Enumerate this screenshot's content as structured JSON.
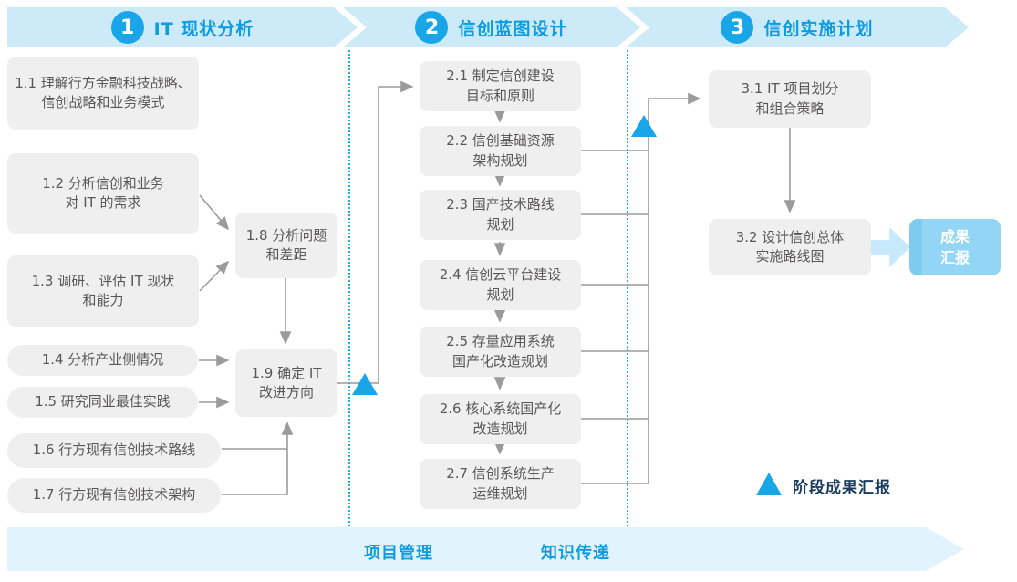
{
  "phases": [
    {
      "number": "1",
      "title": "IT 现状分析"
    },
    {
      "number": "2",
      "title": "信创蓝图设计"
    },
    {
      "number": "3",
      "title": "信创实施计划"
    }
  ],
  "boxes": {
    "b11": {
      "lines": [
        "1.1 理解行方金融科技战略、",
        "信创战略和业务模式"
      ]
    },
    "b12": {
      "lines": [
        "1.2 分析信创和业务",
        "对 IT 的需求"
      ]
    },
    "b13": {
      "lines": [
        "1.3 调研、评估 IT 现状",
        "和能力"
      ]
    },
    "b14": {
      "lines": [
        "1.4 分析产业侧情况"
      ]
    },
    "b15": {
      "lines": [
        "1.5 研究同业最佳实践"
      ]
    },
    "b16": {
      "lines": [
        "1.6 行方现有信创技术路线"
      ]
    },
    "b17": {
      "lines": [
        "1.7 行方现有信创技术架构"
      ]
    },
    "b18": {
      "lines": [
        "1.8 分析问题",
        "和差距"
      ]
    },
    "b19": {
      "lines": [
        "1.9 确定 IT",
        "改进方向"
      ]
    },
    "b21": {
      "lines": [
        "2.1 制定信创建设",
        "目标和原则"
      ]
    },
    "b22": {
      "lines": [
        "2.2 信创基础资源",
        "架构规划"
      ]
    },
    "b23": {
      "lines": [
        "2.3 国产技术路线",
        "规划"
      ]
    },
    "b24": {
      "lines": [
        "2.4 信创云平台建设",
        "规划"
      ]
    },
    "b25": {
      "lines": [
        "2.5 存量应用系统",
        "国产化改造规划"
      ]
    },
    "b26": {
      "lines": [
        "2.6 核心系统国产化",
        "改造规划"
      ]
    },
    "b27": {
      "lines": [
        "2.7 信创系统生产",
        "运维规划"
      ]
    },
    "b31": {
      "lines": [
        "3.1 IT 项目划分",
        "和组合策略"
      ]
    },
    "b32": {
      "lines": [
        "3.2 设计信创总体",
        "实施路线图"
      ]
    },
    "result": {
      "lines": [
        "成果",
        "汇报"
      ]
    }
  },
  "legend": {
    "milestone_label": "阶段成果汇报"
  },
  "footer": {
    "items": [
      "项目管理",
      "知识传递"
    ]
  },
  "colors": {
    "accent_blue": "#18a6e9",
    "banner_bg": "#cdeaf9",
    "banner_text": "#0d9be2",
    "footer_bg": "#e1f3fc",
    "box_bg": "#efefef",
    "box_text": "#595757",
    "connector": "#9b9b9b",
    "divider_dotted": "#2aace3",
    "result_bg": "#93d5f4",
    "legend_text": "#1b3c5e"
  }
}
